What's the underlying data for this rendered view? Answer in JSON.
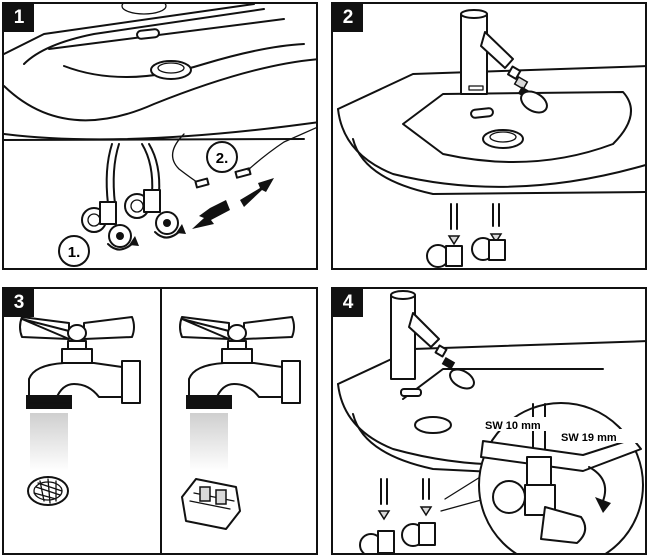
{
  "panels": [
    {
      "number": "1"
    },
    {
      "number": "2"
    },
    {
      "number": "3"
    },
    {
      "number": "4"
    }
  ],
  "panel1": {
    "step_a": "1.",
    "step_b": "2."
  },
  "panel4": {
    "wrench_small": "SW 10 mm",
    "wrench_large": "SW 19 mm"
  },
  "colors": {
    "line": "#111111",
    "arrow": "#111111",
    "water_start": "#cfcfcf",
    "background": "#ffffff"
  }
}
